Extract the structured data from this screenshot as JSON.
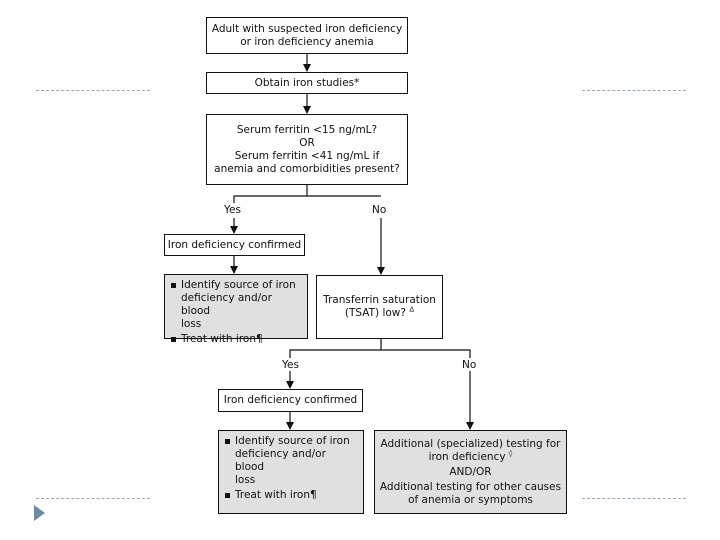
{
  "flowchart": {
    "start": [
      "Adult with suspected iron deficiency",
      "or iron deficiency anemia"
    ],
    "obtain": "Obtain iron studies*",
    "ferritin": {
      "line1": "Serum ferritin <15 ng/mL?",
      "line2": "OR",
      "line3": "Serum ferritin <41 ng/mL if",
      "line4": "anemia and comorbidities present?"
    },
    "yes1": "Yes",
    "no1": "No",
    "confirmed1": "Iron deficiency confirmed",
    "actions1": {
      "item1_lines": [
        "Identify source of iron",
        "deficiency and/or blood",
        "loss"
      ],
      "item2": "Treat with iron",
      "item2_mark": "¶"
    },
    "tsat": {
      "line1": "Transferrin saturation",
      "line2": "(TSAT) low?",
      "mark": "Δ"
    },
    "yes2": "Yes",
    "no2": "No",
    "confirmed2": "Iron deficiency confirmed",
    "actions2": {
      "item1_lines": [
        "Identify source of iron",
        "deficiency and/or blood",
        "loss"
      ],
      "item2": "Treat with iron",
      "item2_mark": "¶"
    },
    "additional": {
      "line1": "Additional (specialized) testing for",
      "line2": "iron deficiency",
      "mark": "◊",
      "line3": "AND/OR",
      "line4": "Additional testing for other causes",
      "line5": "of anemia or symptoms"
    }
  }
}
